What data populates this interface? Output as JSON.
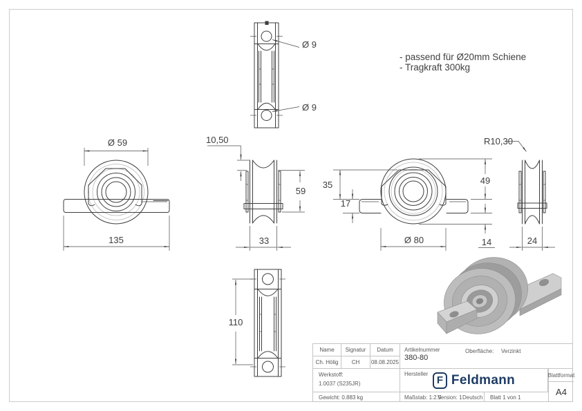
{
  "notes": {
    "line1": "- passend für Ø20mm Schiene",
    "line2": "- Tragkraft 300kg"
  },
  "dims": {
    "hole_top": "Ø 9",
    "hole_bottom": "Ø 9",
    "wheel_dia_left": "Ø 59",
    "base_width": "135",
    "groove_depth": "10,50",
    "wheel_height": "59",
    "wheel_width": "33",
    "height_35": "35",
    "height_17": "17",
    "height_49": "49",
    "wheel_dia_right": "Ø 80",
    "offset_14": "14",
    "groove_radius": "R10,30",
    "side_width": "24",
    "hole_spacing": "110"
  },
  "title_block": {
    "name_label": "Name",
    "signature_label": "Signatur",
    "date_label": "Datum",
    "name_value": "Ch. Hölig",
    "signature_value": "CH",
    "date_value": "08.08.2025",
    "article_label": "Artikelnummer",
    "article_value": "380-80",
    "surface_label": "Oberfläche:",
    "surface_value": "Verzinkt",
    "material_label": "Werkstoff:",
    "material_value": "1.0037 (S235JR)",
    "manufacturer_label": "Hersteller",
    "logo_letter": "F",
    "logo_text": "Feldmann",
    "sheet_format_label": "Blattformat",
    "sheet_format_value": "A4",
    "weight": "Gewicht: 0.883 kg",
    "scale": "Maßstab: 1:2.5",
    "version": "Version: 1",
    "language": "Deutsch",
    "sheet": "Blatt 1 von 1"
  },
  "colors": {
    "line": "#3d3d3d",
    "frame": "#cccccc",
    "logo_navy": "#1e3c64",
    "render_gray": "#b2b2b2"
  }
}
